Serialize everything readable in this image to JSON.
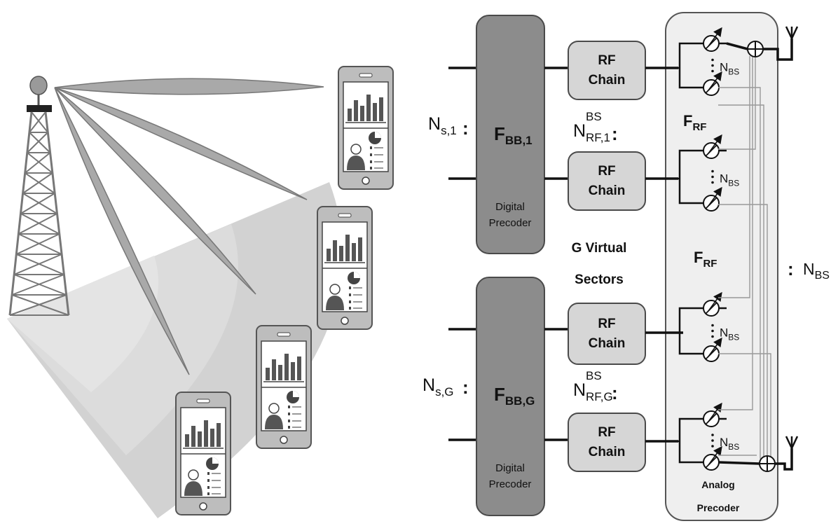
{
  "diagram": {
    "digital_precoders": [
      {
        "id": "1",
        "label": "F",
        "sub": "BB,1",
        "caption_line1": "Digital",
        "caption_line2": "Precoder"
      },
      {
        "id": "G",
        "label": "F",
        "sub": "BB,G",
        "caption_line1": "Digital",
        "caption_line2": "Precoder"
      }
    ],
    "rf_chain": {
      "line1": "RF",
      "line2": "Chain"
    },
    "stream_labels": [
      {
        "main": "N",
        "sub": "s,1"
      },
      {
        "main": "N",
        "sub": "s,G"
      }
    ],
    "rf_labels": [
      {
        "main": "N",
        "sup": "BS",
        "sub": "RF,1"
      },
      {
        "main": "N",
        "sup": "BS",
        "sub": "RF,G"
      }
    ],
    "frf_label": {
      "main": "F",
      "sub": "RF"
    },
    "nbs_label": {
      "main": "N",
      "sub": "BS"
    },
    "virtual_sectors": {
      "line1": "G Virtual",
      "line2": "Sectors"
    },
    "analog_precoder": {
      "line1": "Analog",
      "line2": "Precoder"
    },
    "antenna_count": {
      "main": "N",
      "sub": "BS"
    }
  },
  "illustration": {
    "tower": "cell-tower-icon",
    "phones": [
      "smartphone-icon",
      "smartphone-icon",
      "smartphone-icon",
      "smartphone-icon"
    ],
    "beam_count": 4
  }
}
